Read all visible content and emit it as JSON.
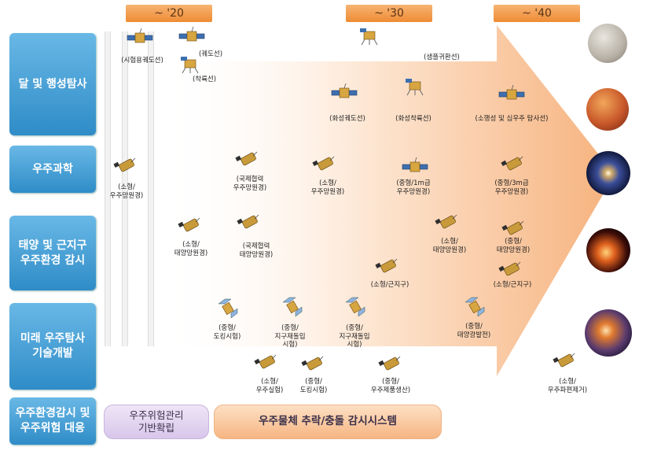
{
  "eras": [
    "~ '20",
    "~ '30",
    "~ '40"
  ],
  "categories": [
    "달 및 행성탐사",
    "우주과학",
    "태양 및 근지구\n우주환경 감시",
    "미래 우주탐사\n기술개발",
    "우주환경감시 및\n우주위험 대응"
  ],
  "items": [
    "(시험용궤도선)",
    "(궤도선)",
    "(착륙선)",
    "(샘플귀환선)",
    "(화성궤도선)",
    "(화성착륙선)",
    "(소행성 및 심우주 탐사선)",
    "(소형/\n우주망원경)",
    "(국제협력\n우주망원경)",
    "(소형/\n우주망원경)",
    "(중형/1m급\n우주망원경)",
    "(중형/3m급\n우주망원경)",
    "(소형/\n태양망원경)",
    "(국제협력\n태양망원경)",
    "(소형/\n태양망원경)",
    "(중형/\n태양망원경)",
    "(소형/근지구)",
    "(소형/근지구)",
    "(중형/\n도킹시험)",
    "(중형/\n지구재돌입\n시험)",
    "(중형/\n지구재돌입\n시험)",
    "(중형/\n태양광발전)",
    "(소형/\n우주실험)",
    "(중형/\n도킹시험)",
    "(중형/\n우주제품생산)",
    "(소형/\n우주파편제거)"
  ],
  "bottom": {
    "left": "우주위험관리\n기반확립",
    "right": "우주물체 추락/충돌 감시시스템"
  },
  "colors": {
    "category": "#2f8cc7",
    "era": "#ee8b34",
    "arrow": "#f9c9a2",
    "pill_left": "#e4d6f0",
    "pill_right": "#f8c79c"
  }
}
